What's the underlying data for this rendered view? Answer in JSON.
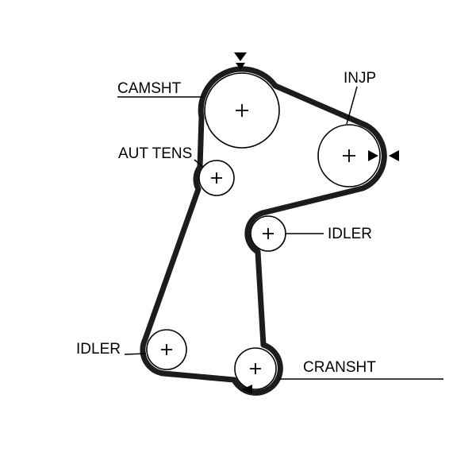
{
  "diagram": {
    "kind": "timing-belt-routing",
    "colors": {
      "background": "#ffffff",
      "belt": "#1c1c1c",
      "line": "#000000",
      "text": "#000000"
    },
    "labels": {
      "camshaft": "CAMSHT",
      "injection_pump": "INJP",
      "auto_tensioner": "AUT TENS",
      "idler_upper": "IDLER",
      "idler_lower": "IDLER",
      "crankshaft": "CRANSHT"
    }
  }
}
